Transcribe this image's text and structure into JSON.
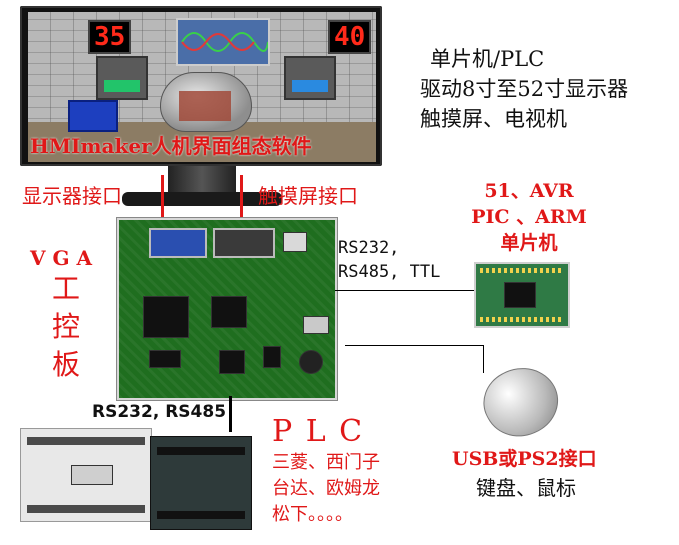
{
  "monitor": {
    "led_left": "35",
    "led_right": "40",
    "hmi_label": "HMImaker人机界面组态软件"
  },
  "labels": {
    "display_port": "显示器接口",
    "touch_port": "触摸屏接口",
    "top_right_line1": "单片机/PLC",
    "top_right_line2": "驱动8寸至52寸显示器",
    "top_right_line3": "触摸屏、电视机",
    "vga_line1": "V G A",
    "vga_chars": [
      "工",
      "控",
      "板"
    ],
    "mcu_line1": "51、AVR",
    "mcu_line2": "PIC 、ARM",
    "mcu_line3": "单片机",
    "serial_line1": "RS232,",
    "serial_line2": "RS485, TTL",
    "plc_serial": "RS232, RS485",
    "plc_title": "P L C",
    "plc_line1": "三菱、西门子",
    "plc_line2": "台达、欧姆龙",
    "plc_line3": "松下。。。。",
    "usb_line1": "USB或PS2接口",
    "usb_line2": "键盘、鼠标"
  },
  "colors": {
    "red_text": "#e01818",
    "board_green": "#1f6e1f"
  }
}
